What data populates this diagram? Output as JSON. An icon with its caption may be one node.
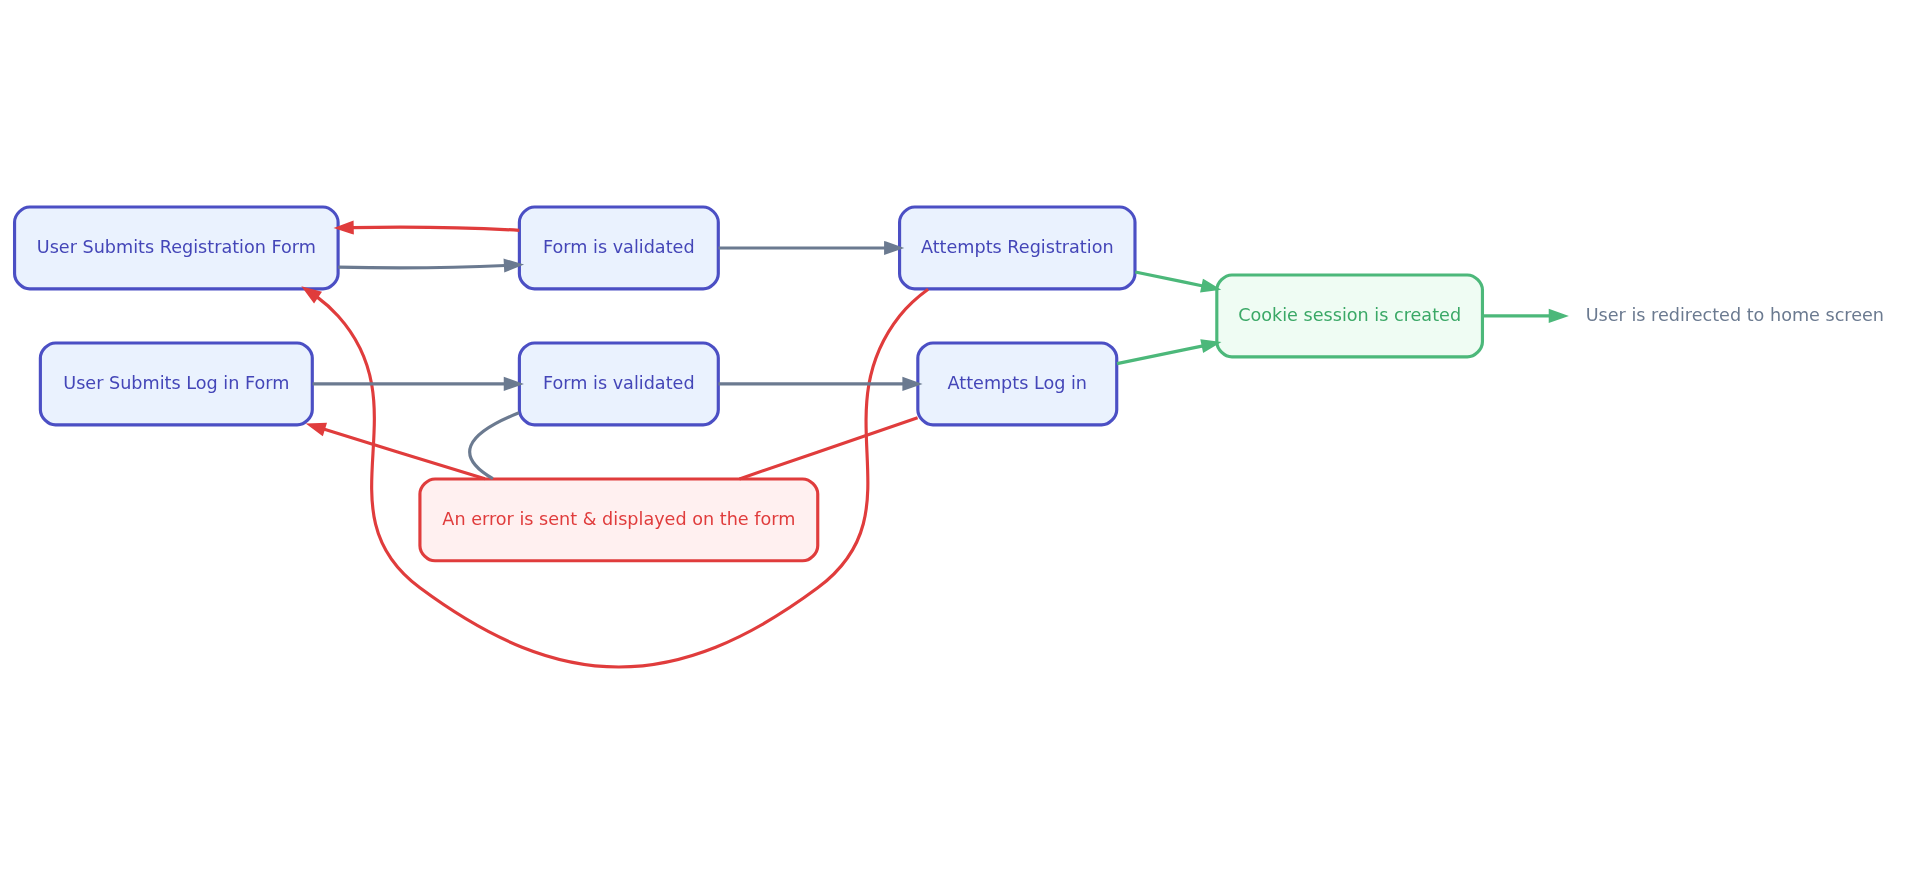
{
  "diagram": {
    "nodes": [
      {
        "text": [
          "User Submits Registration Form"
        ]
      },
      {
        "text": [
          "Form is validated"
        ]
      },
      {
        "text": [
          "Attempts Registration"
        ]
      },
      {
        "text": [
          "User Submits Log in Form"
        ]
      },
      {
        "text": [
          "Form is validated"
        ]
      },
      {
        "text": [
          "Attempts Log in"
        ]
      },
      {
        "text": [
          "Cookie session is created"
        ]
      },
      {
        "text": [
          "An error is sent & displayed on the form"
        ]
      },
      {
        "text": [
          "User is redirected to home screen"
        ]
      }
    ],
    "edges": [
      {
        "from": 0,
        "to": 1,
        "arrow": "to"
      },
      {
        "from": 1,
        "to": 2,
        "arrow": "to"
      },
      {
        "from": 3,
        "to": 4,
        "arrow": "to"
      },
      {
        "from": 4,
        "to": 5,
        "arrow": "to"
      },
      {
        "from": 2,
        "to": 6,
        "arrow": "to",
        "color": "#4cb87a"
      },
      {
        "from": 5,
        "to": 6,
        "arrow": "to",
        "color": "#4cb87a"
      },
      {
        "from": 6,
        "to": 8,
        "arrow": "to",
        "color": "#4cb87a"
      },
      {
        "from": 1,
        "to": 0,
        "arrow": "to",
        "color": "#e03c3c"
      },
      {
        "from": 2,
        "to": 0,
        "arrow": "to",
        "color": "#e03c3c"
      },
      {
        "from": 4,
        "to": 7,
        "arrow": "none"
      },
      {
        "from": 5,
        "to": 7,
        "arrow": "none",
        "color": "#e03c3c"
      },
      {
        "from": 7,
        "to": 3,
        "arrow": "to",
        "color": "#e03c3c"
      }
    ]
  }
}
